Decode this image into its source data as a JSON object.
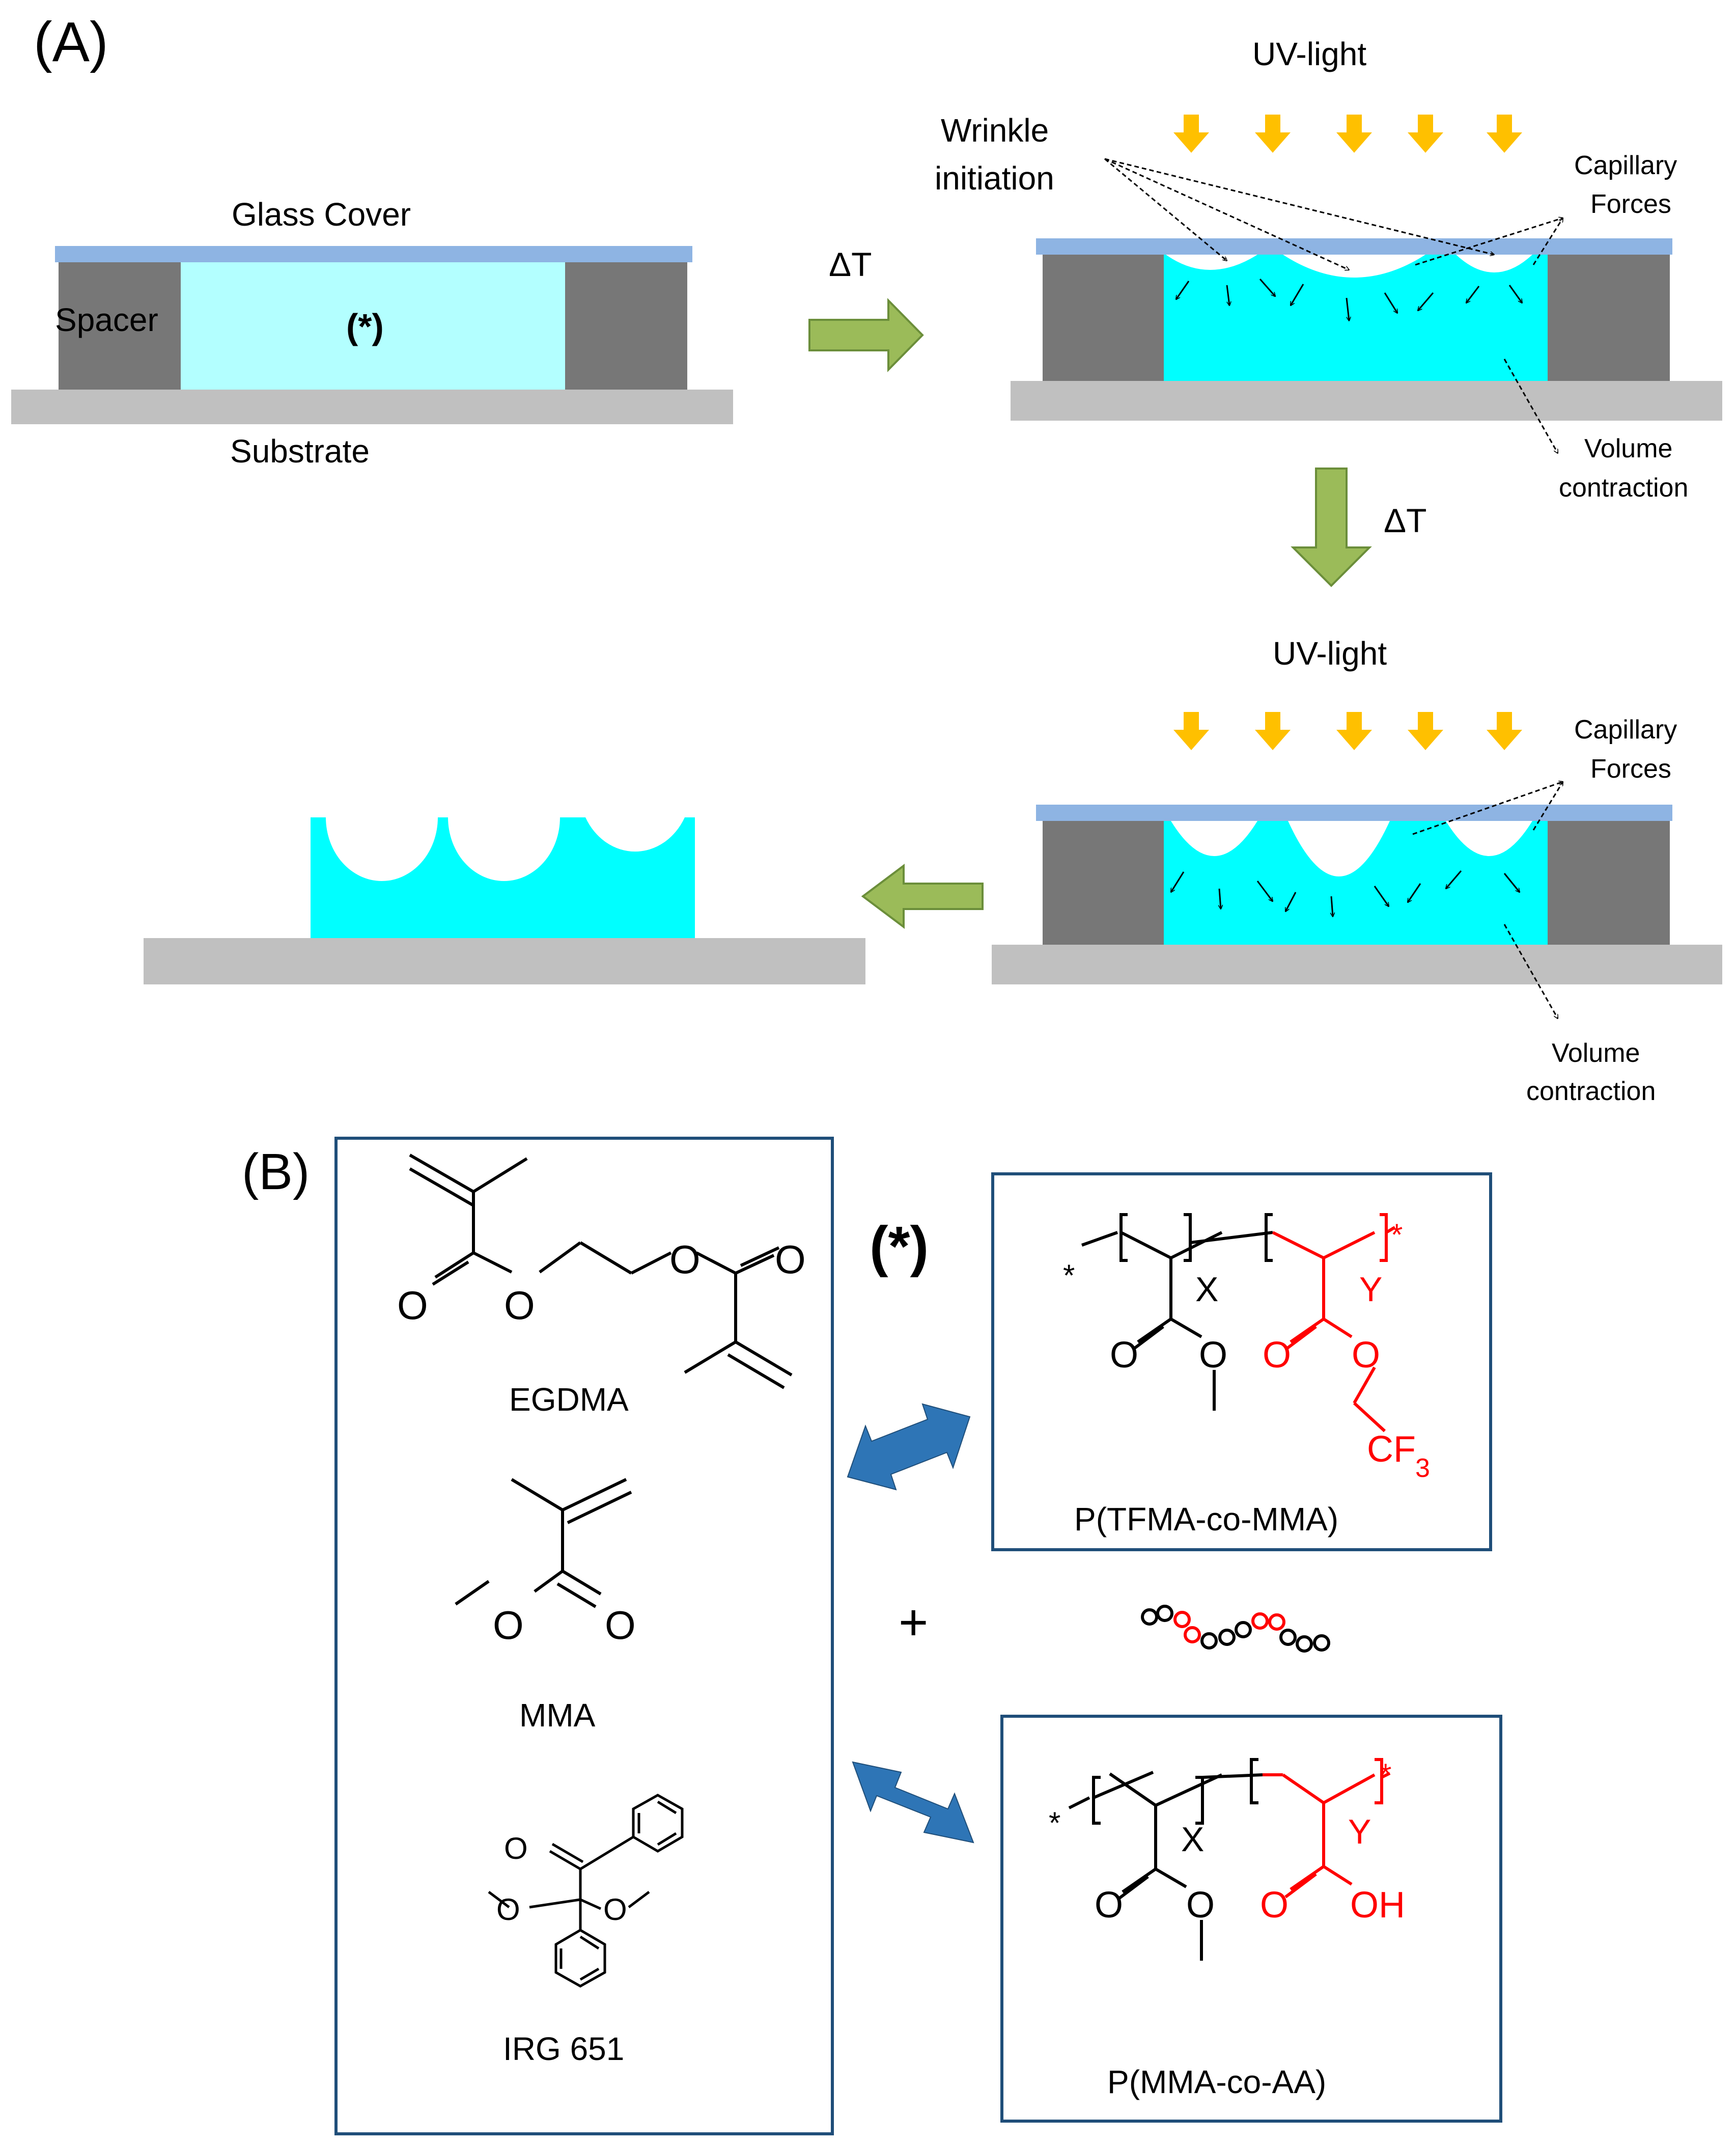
{
  "panel_a": {
    "label": "(A)",
    "step1": {
      "glass_cover": "Glass Cover",
      "spacer": "Spacer",
      "mixture_marker": "(*)",
      "substrate": "Substrate"
    },
    "delta_t_1": "ΔT",
    "step2": {
      "uv_light": "UV-light",
      "wrinkle_initiation_line1": "Wrinkle",
      "wrinkle_initiation_line2": "initiation",
      "capillary_line1": "Capillary",
      "capillary_line2": "Forces",
      "volume_line1": "Volume",
      "volume_line2": "contraction"
    },
    "delta_t_2": "ΔT",
    "step3": {
      "uv_light": "UV-light",
      "capillary_line1": "Capillary",
      "capillary_line2": "Forces",
      "volume_line1": "Volume",
      "volume_line2": "contraction"
    }
  },
  "panel_b": {
    "label": "(B)",
    "monomers": {
      "egdma": "EGDMA",
      "mma": "MMA",
      "irg": "IRG 651"
    },
    "mixture_marker": "(*)",
    "plus": "+",
    "copolymer1": {
      "name": "P(TFMA-co-MMA)",
      "x": "X",
      "y": "Y",
      "star": "*",
      "o": "O",
      "cf": "CF",
      "sub3": "3"
    },
    "copolymer2": {
      "name": "P(MMA-co-AA)",
      "x": "X",
      "y": "Y",
      "star": "*",
      "o": "O",
      "oh": "OH"
    },
    "atoms": {
      "o": "O"
    }
  },
  "colors": {
    "glass": "#8EB4E3",
    "spacer": "#777777",
    "substrate": "#C0C0C0",
    "mixture_light": "#B3FFFF",
    "mixture": "#00FFFF",
    "uv_arrow": "#FFC000",
    "process_arrow": "#9BBB59",
    "double_arrow": "#2E75B6",
    "box_border": "#1F4E79",
    "red_chain": "#FF0000"
  }
}
